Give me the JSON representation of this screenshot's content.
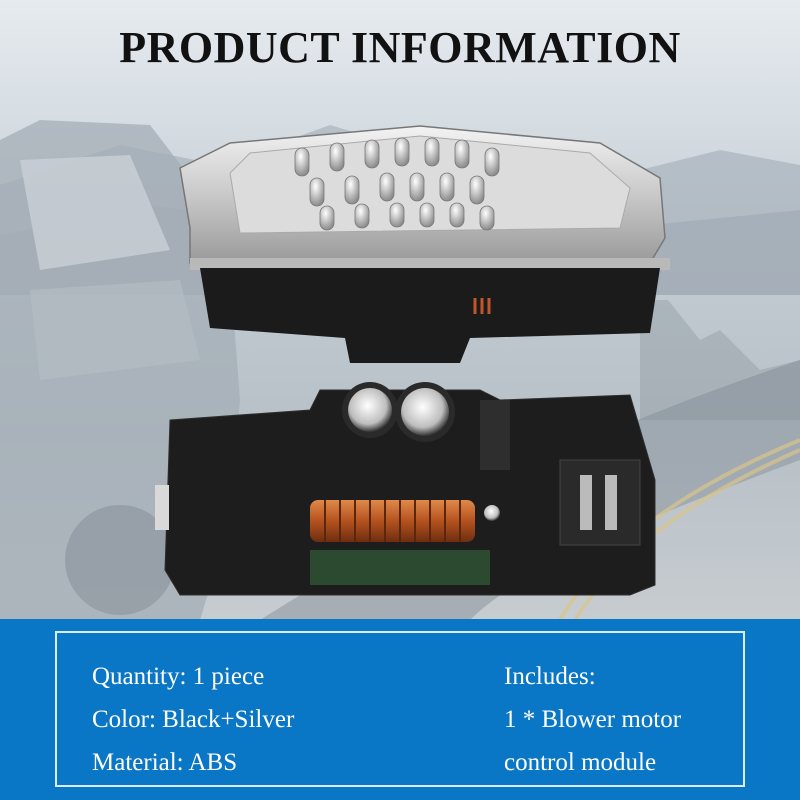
{
  "title": "PRODUCT INFORMATION",
  "colors": {
    "panel_blue": "#0a76c6",
    "border_light": "#d8ecfb",
    "title_text": "#111111",
    "info_text": "#ffffff"
  },
  "images": {
    "background": "car-on-winding-road-photo",
    "top_part": "blower-motor-resistor-silver-heatsink-view",
    "bottom_part": "blower-motor-resistor-circuit-board-view"
  },
  "specs": {
    "left": [
      {
        "label": "Quantity",
        "value": "1 piece",
        "text": "Quantity: 1 piece"
      },
      {
        "label": "Color",
        "value": "Black+Silver",
        "text": "Color: Black+Silver"
      },
      {
        "label": "Material",
        "value": "ABS",
        "text": "Material: ABS"
      }
    ],
    "right": {
      "heading": "Includes:",
      "lines": [
        "1 * Blower motor",
        "control module"
      ]
    }
  }
}
